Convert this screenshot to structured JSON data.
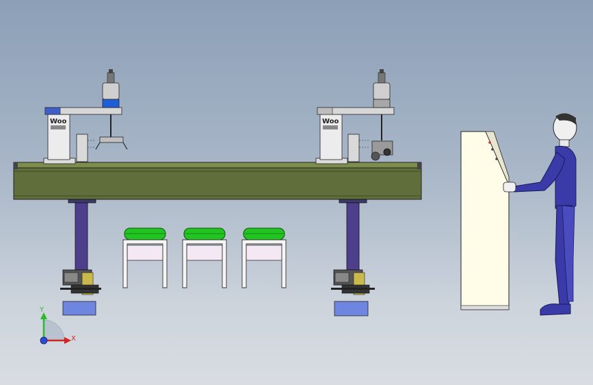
{
  "triad": {
    "y_label": "Y",
    "x_label": "X",
    "y_color": "#2db82d",
    "x_color": "#d42323",
    "origin_color": "#2a4cd6"
  },
  "robot_left": {
    "badge_text": "Woo",
    "motor_color": "#1e5ed6"
  },
  "robot_right": {
    "badge_text": "Woo",
    "motor_color": "#a8a8a8"
  },
  "colors": {
    "beam_face": "#5f6e3a",
    "beam_top": "#8a9a55",
    "column": "#4d3f8c",
    "foot": "#6f86e0",
    "roller": "#22c422",
    "cabinet": "#fffde8",
    "person": "#3a3aa8"
  }
}
